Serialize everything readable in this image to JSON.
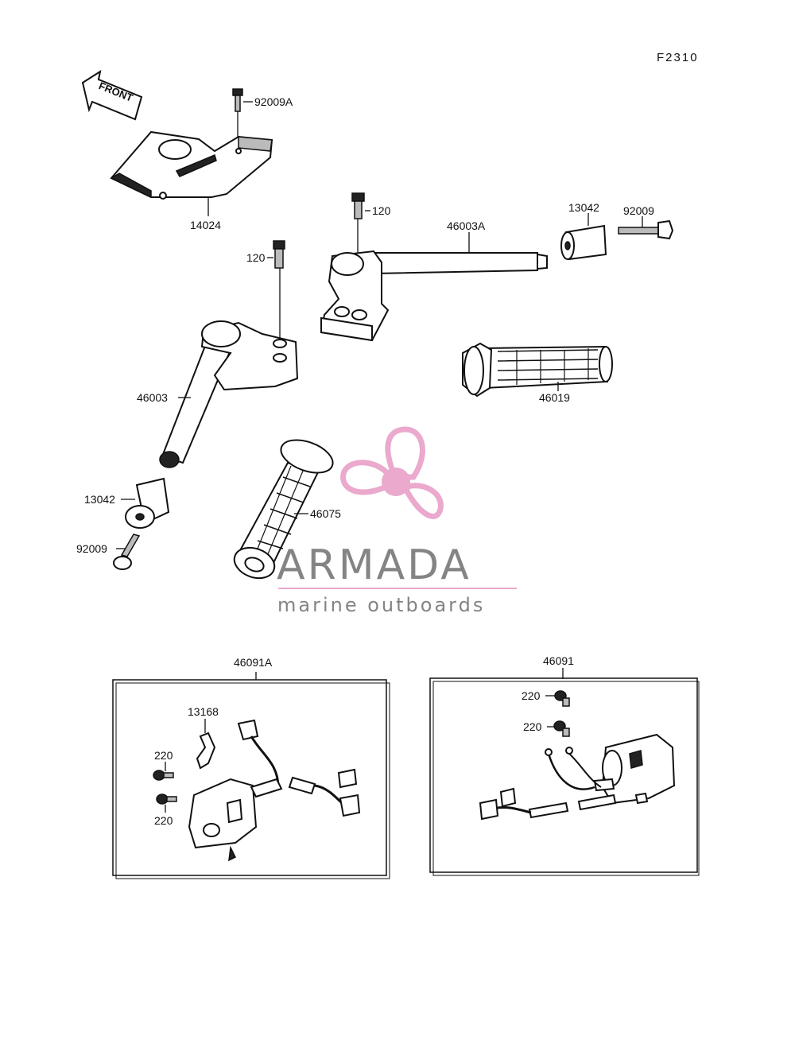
{
  "figure_code": "F2310",
  "front_label": "FRONT",
  "parts": {
    "p92009A": "92009A",
    "p14024": "14024",
    "p120_right": "120",
    "p46003A": "46003A",
    "p13042_right": "13042",
    "p92009_right": "92009",
    "p120_left": "120",
    "p46003": "46003",
    "p46019": "46019",
    "p13042_left": "13042",
    "p92009_left": "92009",
    "p46075": "46075",
    "p46091A": "46091A",
    "p13168": "13168",
    "p220_a": "220",
    "p220_b": "220",
    "p46091": "46091",
    "p220_c": "220",
    "p220_d": "220"
  },
  "watermark": {
    "brand": "ARMADA",
    "tagline": "marine outboards",
    "logo_color": "#e8a0c8",
    "text_color": "#777777",
    "line_color": "#e8a0c8"
  }
}
